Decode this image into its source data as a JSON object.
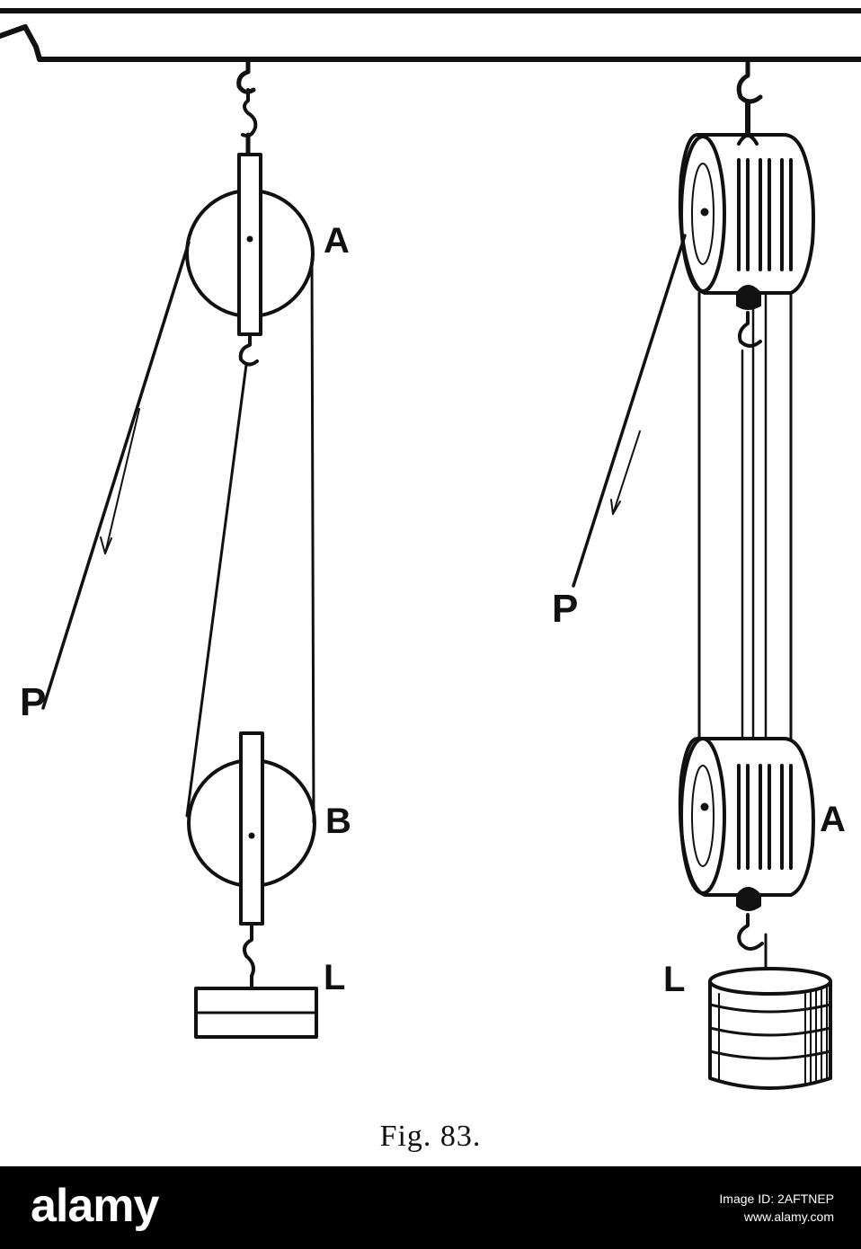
{
  "figure": {
    "caption": "Fig. 83.",
    "labels": {
      "left_upper_pulley": "A",
      "left_lower_pulley": "B",
      "left_pull": "P",
      "left_load": "L",
      "right_upper_block": "A",
      "right_pull": "P",
      "right_load": "L"
    }
  },
  "footer": {
    "brand": "alamy",
    "image_id": "Image ID: 2AFTNEP",
    "site": "www.alamy.com"
  }
}
